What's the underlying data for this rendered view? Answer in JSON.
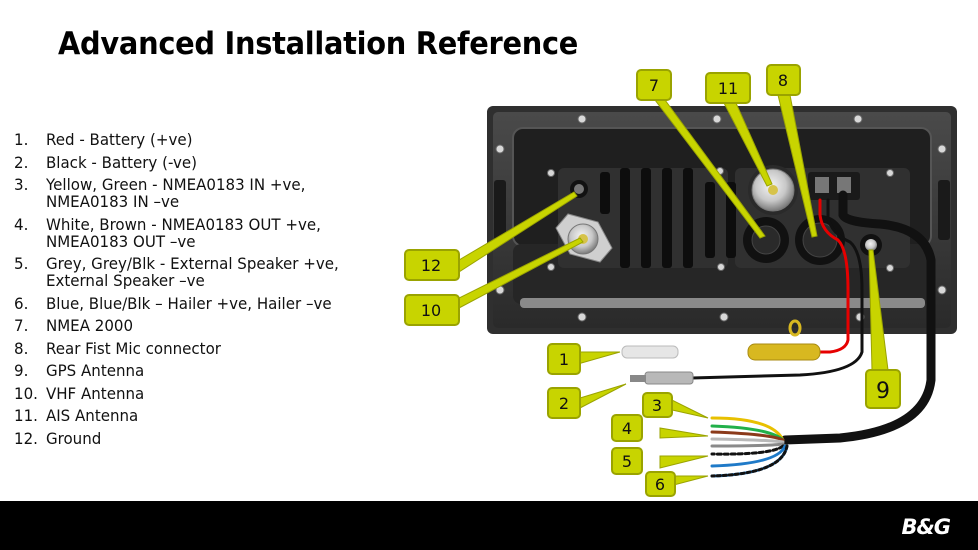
{
  "title": "Advanced Installation Reference",
  "items": [
    {
      "num": "1.",
      "text": "Red - Battery (+ve)"
    },
    {
      "num": "2.",
      "text": "Black - Battery (-ve)"
    },
    {
      "num": "3.",
      "text": "Yellow, Green - NMEA0183 IN +ve, NMEA0183 IN –ve"
    },
    {
      "num": "4.",
      "text": "White, Brown - NMEA0183 OUT +ve, NMEA0183 OUT –ve"
    },
    {
      "num": "5.",
      "text": "Grey, Grey/Blk - External Speaker +ve, External Speaker –ve"
    },
    {
      "num": "6.",
      "text": "Blue, Blue/Blk – Hailer +ve, Hailer –ve"
    },
    {
      "num": "7.",
      "text": "NMEA 2000"
    },
    {
      "num": "8.",
      "text": "Rear Fist Mic connector"
    },
    {
      "num": "9.",
      "text": "GPS Antenna"
    },
    {
      "num": "10.",
      "text": "VHF Antenna"
    },
    {
      "num": "11.",
      "text": "AIS Antenna"
    },
    {
      "num": "12.",
      "text": "Ground"
    }
  ],
  "callouts": {
    "c1": "1",
    "c2": "2",
    "c3": "3",
    "c4": "4",
    "c5": "5",
    "c6": "6",
    "c7": "7",
    "c8": "8",
    "c9": "9",
    "c10": "10",
    "c11": "11",
    "c12": "12"
  },
  "colors": {
    "callout_fill": "#c8d400",
    "callout_border": "#9aa300",
    "wire_red": "#e60000",
    "wire_black": "#111111",
    "wire_yellow": "#e8c000",
    "wire_green": "#22b04a",
    "wire_brown": "#8b3a1a",
    "wire_grey": "#9a9a9a",
    "wire_blue": "#1f7ac8"
  },
  "footer": {
    "logo": "B&G"
  }
}
